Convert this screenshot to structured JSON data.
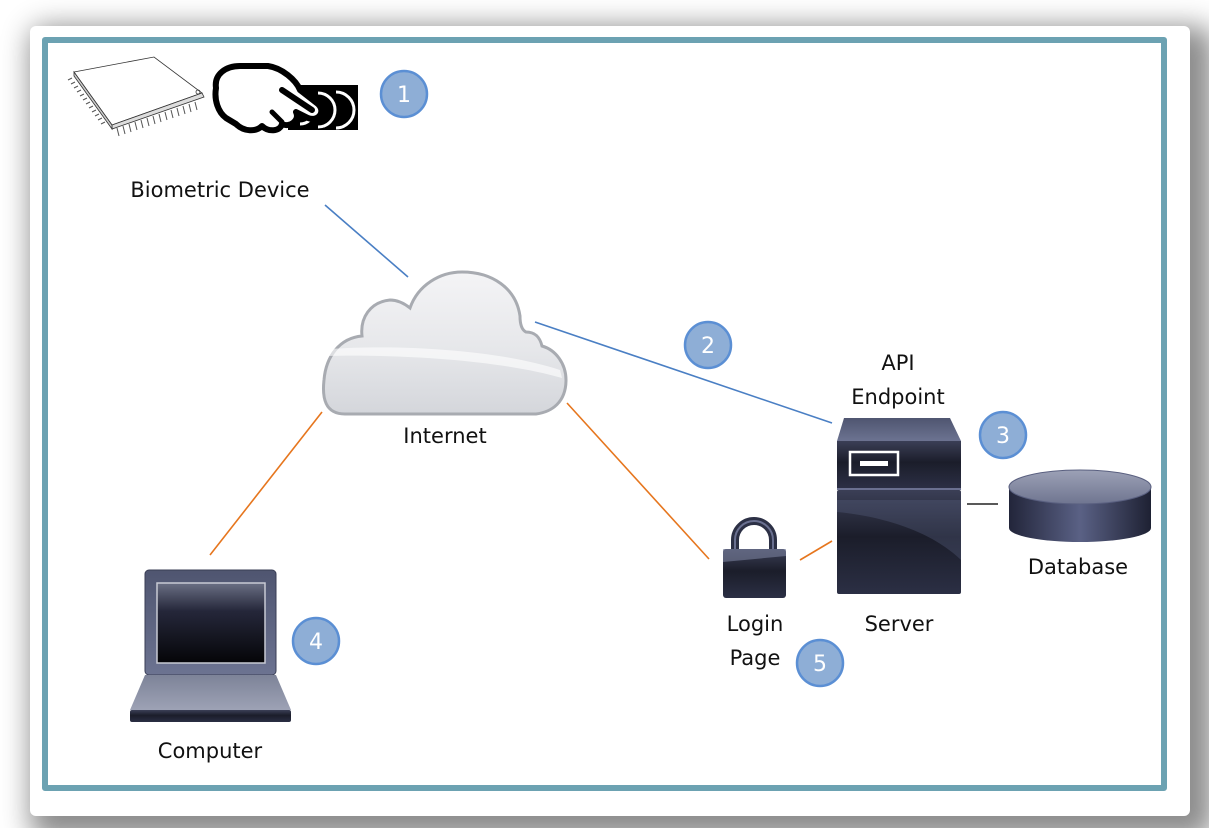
{
  "diagram": {
    "title": "Biometric authentication architecture",
    "colors": {
      "frame_border": "#6ca2b2",
      "badge_fill": "#8eaed6",
      "badge_stroke": "#5b8fd4",
      "link_blue": "#4a7fc4",
      "link_orange": "#e6761e",
      "link_black": "#222222"
    },
    "nodes": {
      "biometric_device": {
        "label": "Biometric Device",
        "icons": [
          "microchip-icon",
          "fingerprint-scanner-icon"
        ]
      },
      "internet": {
        "label": "Internet",
        "icon": "cloud-icon"
      },
      "api_endpoint": {
        "label_line1": "API",
        "label_line2": "Endpoint"
      },
      "server": {
        "label": "Server",
        "icon": "server-icon"
      },
      "database": {
        "label": "Database",
        "icon": "database-icon"
      },
      "login_page": {
        "label_line1": "Login",
        "label_line2": "Page",
        "icon": "padlock-icon"
      },
      "computer": {
        "label": "Computer",
        "icon": "laptop-icon"
      }
    },
    "steps": [
      "1",
      "2",
      "3",
      "4",
      "5"
    ],
    "edges": [
      {
        "from": "biometric_device",
        "to": "internet",
        "style": "blue"
      },
      {
        "from": "internet",
        "to": "api_endpoint",
        "style": "blue"
      },
      {
        "from": "internet",
        "to": "computer",
        "style": "orange"
      },
      {
        "from": "internet",
        "to": "login_page",
        "style": "orange"
      },
      {
        "from": "login_page",
        "to": "server",
        "style": "orange"
      },
      {
        "from": "server",
        "to": "database",
        "style": "black"
      }
    ]
  }
}
